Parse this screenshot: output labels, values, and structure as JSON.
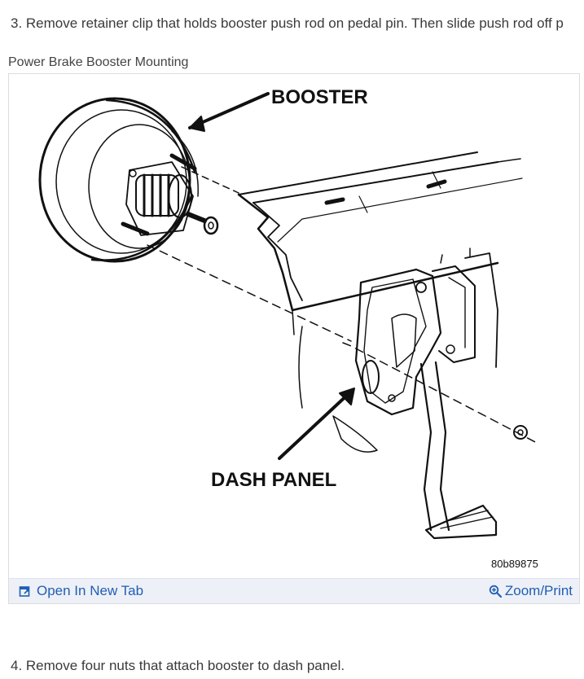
{
  "steps": {
    "step3": "3. Remove retainer clip that holds booster push rod on pedal pin. Then slide push rod off p",
    "step4": "4. Remove four nuts that attach booster to dash panel."
  },
  "figure": {
    "caption": "Power Brake Booster Mounting",
    "labels": {
      "booster": "BOOSTER",
      "dash_panel": "DASH PANEL"
    },
    "reference_code": "80b89875"
  },
  "toolbar": {
    "open_label": "Open In New Tab",
    "zoom_label": "Zoom/Print",
    "open_icon": "open-in-new-tab-icon",
    "zoom_icon": "magnifier-zoom-icon",
    "link_color": "#1f5fb3"
  }
}
